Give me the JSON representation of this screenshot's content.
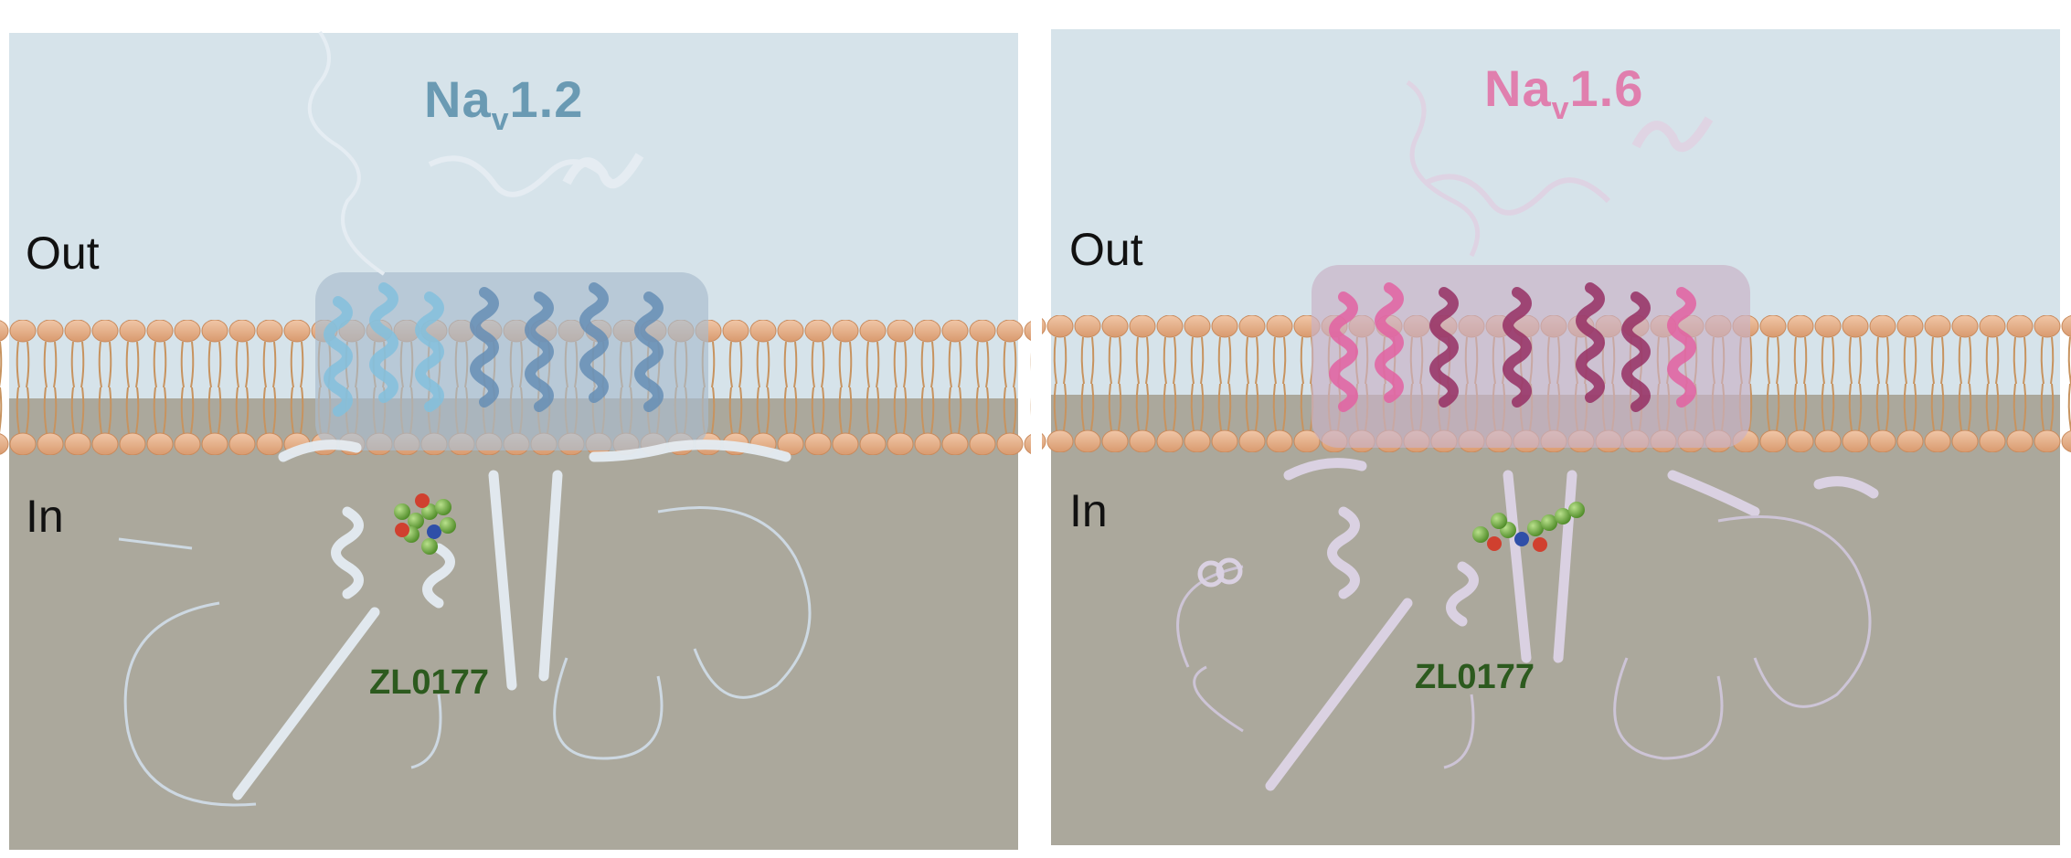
{
  "panels": [
    {
      "title_main": "Na",
      "title_sub": "v",
      "title_rest": "1.2",
      "out_label": "Out",
      "in_label": "In",
      "ligand_label": "ZL0177",
      "accent_color": "#6a9ab3",
      "helix_color": "#87c0dc"
    },
    {
      "title_main": "Na",
      "title_sub": "v",
      "title_rest": "1.6",
      "out_label": "Out",
      "in_label": "In",
      "ligand_label": "ZL0177",
      "accent_color": "#e07fae",
      "helix_color": "#e06aa6"
    }
  ],
  "colors": {
    "extracellular": "#d6e3ea",
    "intracellular": "#aba89c",
    "lipid_head": "#e3b08c",
    "lipid_tail": "#c7935f",
    "protein": "#e4ecf3",
    "ligand": "#6aa43e"
  }
}
